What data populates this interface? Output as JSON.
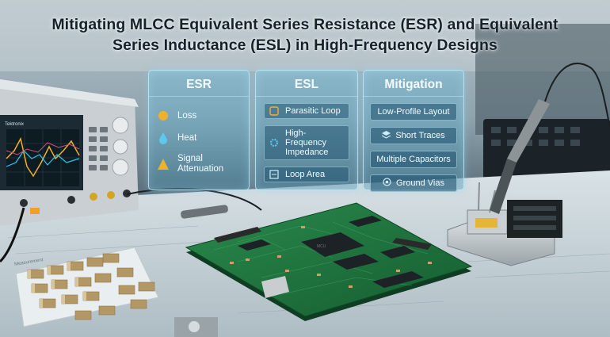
{
  "title_line1": "Mitigating MLCC Equivalent Series Resistance (ESR) and Equivalent",
  "title_line2": "Series Inductance (ESL) in High-Frequency Designs",
  "instrument_label": "Measurement",
  "colors": {
    "panel": "#6fb6cf",
    "pcb": "#1f6b3a",
    "accent_gold": "#f0b12a",
    "accent_blue": "#5ec8f0"
  },
  "panels": {
    "esr": {
      "title": "ESR",
      "items": [
        {
          "label": "Loss",
          "icon": "circle-dot-icon"
        },
        {
          "label": "Heat",
          "icon": "drop-icon"
        },
        {
          "label": "Signal\nAttenuation",
          "icon": "triangle-icon"
        }
      ]
    },
    "esl": {
      "title": "ESL",
      "items": [
        {
          "label": "Parasitic Loop",
          "icon": "loop-icon"
        },
        {
          "label": "High-Frequency\nImpedance",
          "icon": "gear-icon"
        },
        {
          "label": "Loop Area",
          "icon": "square-icon"
        }
      ]
    },
    "mitigation": {
      "title": "Mitigation",
      "items": [
        {
          "label": "Low-Profile Layout",
          "icon": ""
        },
        {
          "label": "Short Traces",
          "icon": "layers-icon"
        },
        {
          "label": "Multiple Capacitors",
          "icon": ""
        },
        {
          "label": "Ground Vias",
          "icon": "via-icon"
        }
      ]
    }
  }
}
